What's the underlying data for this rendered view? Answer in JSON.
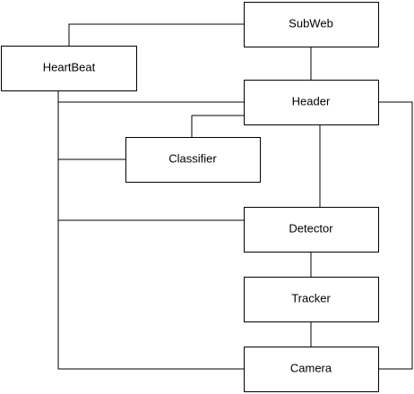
{
  "diagram": {
    "nodes": {
      "subweb": {
        "label": "SubWeb"
      },
      "heartbeat": {
        "label": "HeartBeat"
      },
      "header": {
        "label": "Header"
      },
      "classifier": {
        "label": "Classifier"
      },
      "detector": {
        "label": "Detector"
      },
      "tracker": {
        "label": "Tracker"
      },
      "camera": {
        "label": "Camera"
      }
    }
  }
}
